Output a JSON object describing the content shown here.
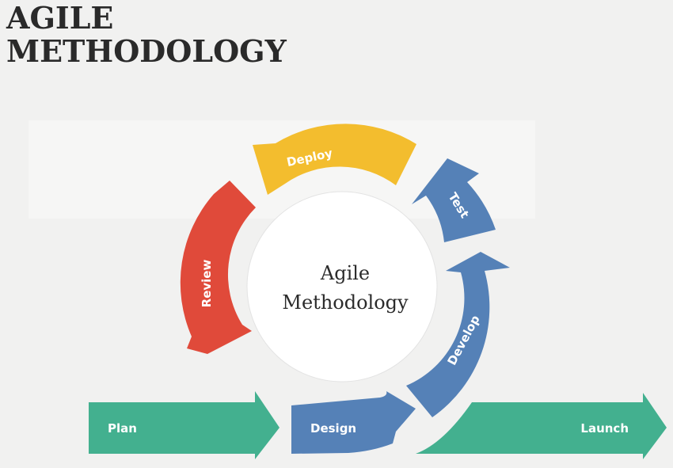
{
  "title": "AGILE\nMETHODOLOGY",
  "center": {
    "line1": "Agile",
    "line2": "Methodology"
  },
  "stages": {
    "plan": "Plan",
    "design": "Design",
    "develop": "Develop",
    "test": "Test",
    "deploy": "Deploy",
    "review": "Review",
    "launch": "Launch"
  },
  "colors": {
    "green": "#43b08f",
    "blue": "#5581b7",
    "yellow": "#f3bd2e",
    "red": "#e04a3a",
    "circle": "#ffffff"
  }
}
